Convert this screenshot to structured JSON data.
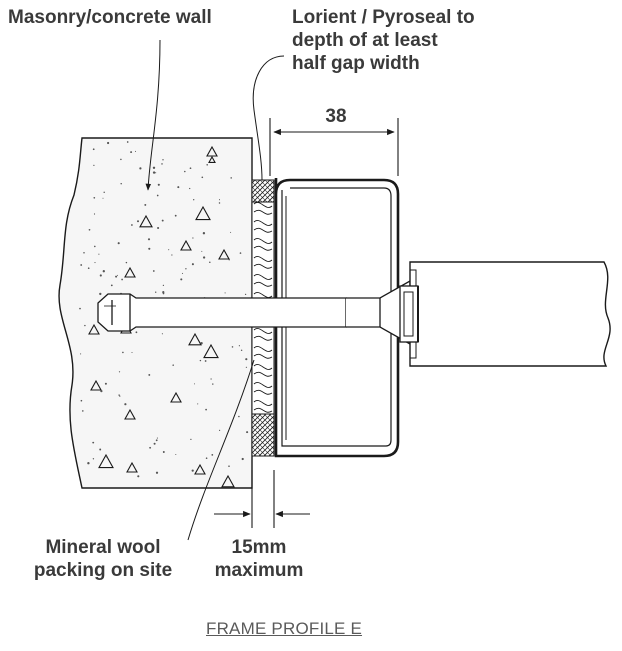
{
  "labels": {
    "wall": "Masonry/concrete wall",
    "sealant_line1": "Lorient / Pyroseal to",
    "sealant_line2": "depth of at least",
    "sealant_line3": "half gap width",
    "dimension_top": "38",
    "wool_line1": "Mineral wool",
    "wool_line2": "packing on site",
    "gap_line1": "15mm",
    "gap_line2": "maximum",
    "caption": "FRAME PROFILE E"
  },
  "colors": {
    "line": "#1a1a1a",
    "text": "#3a3a3a",
    "caption": "#5a5a5a",
    "wall_fill": "#f6f6f6"
  }
}
